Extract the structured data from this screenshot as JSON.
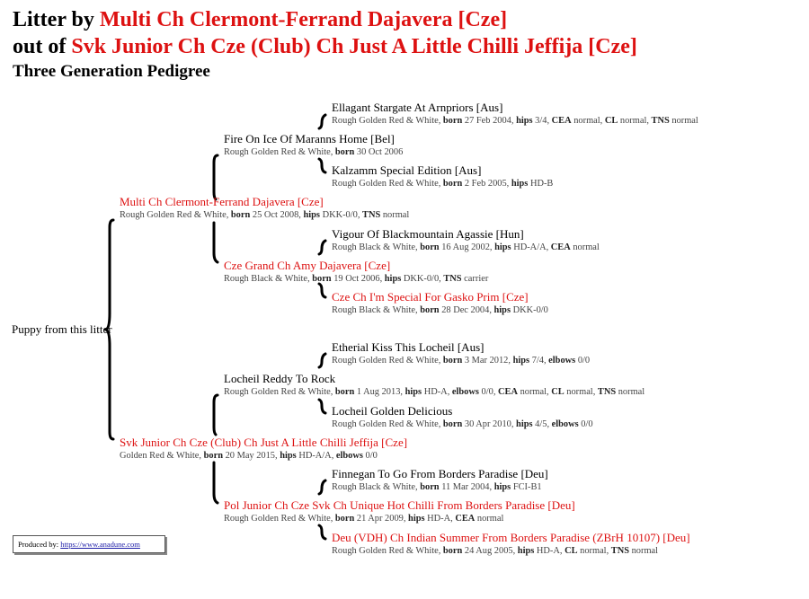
{
  "header": {
    "line1_prefix": "Litter by ",
    "sire": "Multi Ch Clermont-Ferrand Dajavera [Cze]",
    "line2_prefix": "out of ",
    "dam": "Svk Junior Ch Cze (Club) Ch Just A Little Chilli Jeffija [Cze]",
    "subtitle": "Three Generation Pedigree"
  },
  "puppy": "Puppy from this litter",
  "labels": {
    "born": "born",
    "hips": "hips",
    "elbows": "elbows",
    "cea": "CEA",
    "cl": "CL",
    "tns": "TNS"
  },
  "dogs": {
    "s": {
      "name": "Multi Ch Clermont-Ferrand Dajavera [Cze]",
      "champion": true,
      "coat": "Rough Golden Red & White, ",
      "born": "25 Oct 2008",
      "hips": "DKK-0/0",
      "tns": "normal"
    },
    "ss": {
      "name": "Fire On Ice Of Maranns Home [Bel]",
      "champion": false,
      "coat": "Rough Golden Red & White, ",
      "born": "30 Oct 2006"
    },
    "sss": {
      "name": "Ellagant Stargate At Arnpriors [Aus]",
      "champion": false,
      "coat": "Rough Golden Red & White, ",
      "born": "27 Feb 2004",
      "hips": "3/4",
      "cea": "normal",
      "cl": "normal",
      "tns": "normal"
    },
    "ssd": {
      "name": "Kalzamm Special Edition [Aus]",
      "champion": false,
      "coat": "Rough Golden Red & White, ",
      "born": "2 Feb 2005",
      "hips": "HD-B"
    },
    "sd": {
      "name": "Cze Grand Ch Amy Dajavera [Cze]",
      "champion": true,
      "coat": "Rough Black & White, ",
      "born": "19 Oct 2006",
      "hips": "DKK-0/0",
      "tns": "carrier"
    },
    "sds": {
      "name": "Vigour Of Blackmountain Agassie [Hun]",
      "champion": false,
      "coat": "Rough Black & White, ",
      "born": "16 Aug 2002",
      "hips": "HD-A/A",
      "cea": "normal"
    },
    "sdd": {
      "name": "Cze Ch I'm Special For Gasko Prim [Cze]",
      "champion": true,
      "coat": "Rough Black & White, ",
      "born": "28 Dec 2004",
      "hips": "DKK-0/0"
    },
    "d": {
      "name": "Svk Junior Ch Cze (Club) Ch Just A Little Chilli Jeffija [Cze]",
      "champion": true,
      "coat": "Golden Red & White, ",
      "born": "20 May 2015",
      "hips": "HD-A/A",
      "elbows": "0/0"
    },
    "ds": {
      "name": "Locheil Reddy To Rock",
      "champion": false,
      "coat": "Rough Golden Red & White, ",
      "born": "1 Aug 2013",
      "hips": "HD-A",
      "elbows": "0/0",
      "cea": "normal",
      "cl": "normal",
      "tns": "normal"
    },
    "dss": {
      "name": "Etherial Kiss This Locheil [Aus]",
      "champion": false,
      "coat": "Rough Golden Red & White, ",
      "born": "3 Mar 2012",
      "hips": "7/4",
      "elbows": "0/0"
    },
    "dsd": {
      "name": "Locheil Golden Delicious",
      "champion": false,
      "coat": "Rough Golden Red & White, ",
      "born": "30 Apr 2010",
      "hips": "4/5",
      "elbows": "0/0"
    },
    "dd": {
      "name": "Pol Junior Ch Cze Svk Ch Unique Hot Chilli From Borders Paradise [Deu]",
      "champion": true,
      "coat": "Rough Golden Red & White, ",
      "born": "21 Apr 2009",
      "hips": "HD-A",
      "cea": "normal"
    },
    "dds": {
      "name": "Finnegan To Go From Borders Paradise [Deu]",
      "champion": false,
      "coat": "Rough Black & White, ",
      "born": "11 Mar 2004",
      "hips": "FCI-B1"
    },
    "ddd": {
      "name": "Deu (VDH) Ch Indian Summer From Borders Paradise (ZBrH 10107) [Deu]",
      "champion": true,
      "coat": "Rough Golden Red & White, ",
      "born": "24 Aug 2005",
      "hips": "HD-A",
      "cl": "normal",
      "tns": "normal"
    }
  },
  "footer": {
    "prefix": "Produced by: ",
    "link": "https://www.anadune.com"
  }
}
